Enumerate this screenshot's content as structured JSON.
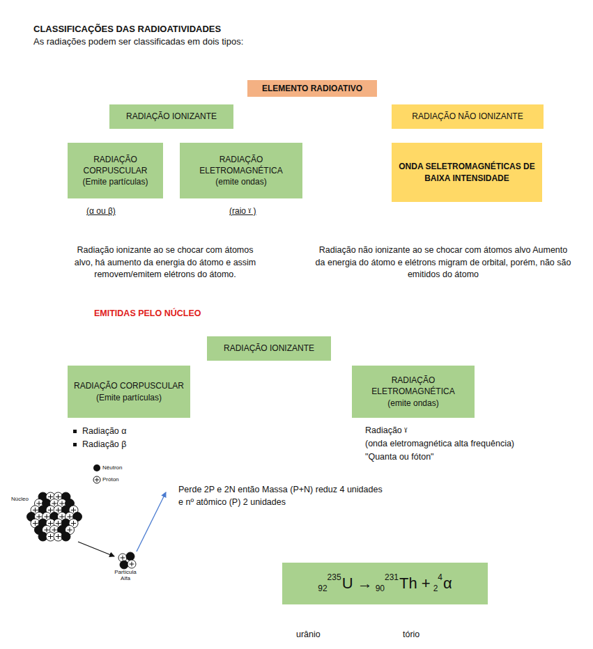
{
  "diagram": {
    "title": "CLASSIFICAÇÕES DAS RADIOATIVIDADES",
    "nodes": [
      {
        "text": [
          "ELEMENTO RADIOATIVO"
        ]
      },
      {
        "text": [
          "RADIAÇÃO IONIZANTE"
        ]
      },
      {
        "text": [
          "RADIAÇÃO NÃO IONIZANTE"
        ]
      },
      {
        "text": [
          "RADIAÇÃO CORPUSCULAR",
          "(Emite partículas)"
        ]
      },
      {
        "text": [
          "RADIAÇÃO ELETROMAGNÉTICA",
          "(emite ondas)"
        ]
      },
      {
        "text": [
          "ONDA SELETROMAGNÉTICAS DE BAIXA INTENSIDADE"
        ]
      },
      {
        "text": [
          "RADIAÇÃO IONIZANTE"
        ]
      },
      {
        "text": [
          "RADIAÇÃO CORPUSCULAR",
          "(Emite partículas)"
        ]
      },
      {
        "text": [
          "RADIAÇÃO ELETROMAGNÉTICA",
          "(emite ondas)"
        ]
      },
      {
        "text": [
          "92",
          "235",
          "U →",
          "90",
          "231",
          "Th +",
          "2",
          "4",
          "α"
        ]
      }
    ],
    "labels": [
      "As radiações podem ser classificadas em dois tipos:",
      "(α ou β)",
      "(raio ˠ )",
      "Radiação ionizante ao se chocar com átomos alvo, há aumento da energia do átomo e assim removem/emitem elétrons do átomo.",
      "Radiação não ionizante ao se chocar com átomos alvo Aumento da energia do átomo e elétrons migram de orbital, porém, não são emitidos do átomo",
      "EMITIDAS PELO NÚCLEO",
      "Radiação α",
      "Radiação β",
      "Radiação ˠ",
      "(onda eletromagnética alta frequência)",
      "\"Quanta ou fóton\"",
      "Núcleo",
      "Partícula Alfa",
      "Perde 2P e 2N então Massa (P+N) reduz 4 unidades e nº atômico (P) 2 unidades",
      "urânio",
      "tório"
    ],
    "legend": [
      {
        "text": "Nêutron"
      },
      {
        "text": "Próton"
      }
    ]
  }
}
